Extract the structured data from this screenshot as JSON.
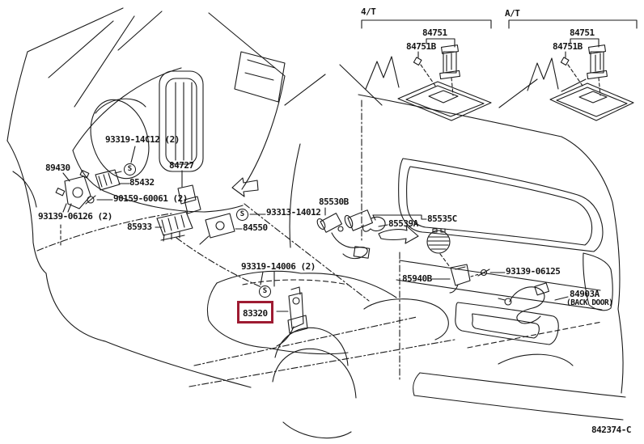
{
  "figure_code": "842374-C",
  "variant_tabs": {
    "left": "4/T",
    "right": "A/T"
  },
  "screw_symbol": "S",
  "highlight": {
    "part_number": "83320",
    "box_color": "#9e1b32"
  },
  "part_labels": {
    "p84751_left": "84751",
    "p84751b_left": "84751B",
    "p84751_right": "84751",
    "p84751b_right": "84751B",
    "p93319_14c12": "93319-14C12 (2)",
    "p89430": "89430",
    "p84727": "84727",
    "p85432": "85432",
    "p90159_60061": "90159-60061 (2)",
    "p93139_06126": "93139-06126 (2)",
    "p85933": "85933",
    "p93313_14012": "93313-14012",
    "p84550": "84550",
    "p85530b": "85530B",
    "p85539a": "85539A",
    "p85535c": "85535C",
    "p85940b": "85940B",
    "p93319_14006": "93319-14006 (2)",
    "p93139_06125": "93139-06125",
    "p84903a": "84903A",
    "p84903a_note": "(BACK DOOR)"
  }
}
